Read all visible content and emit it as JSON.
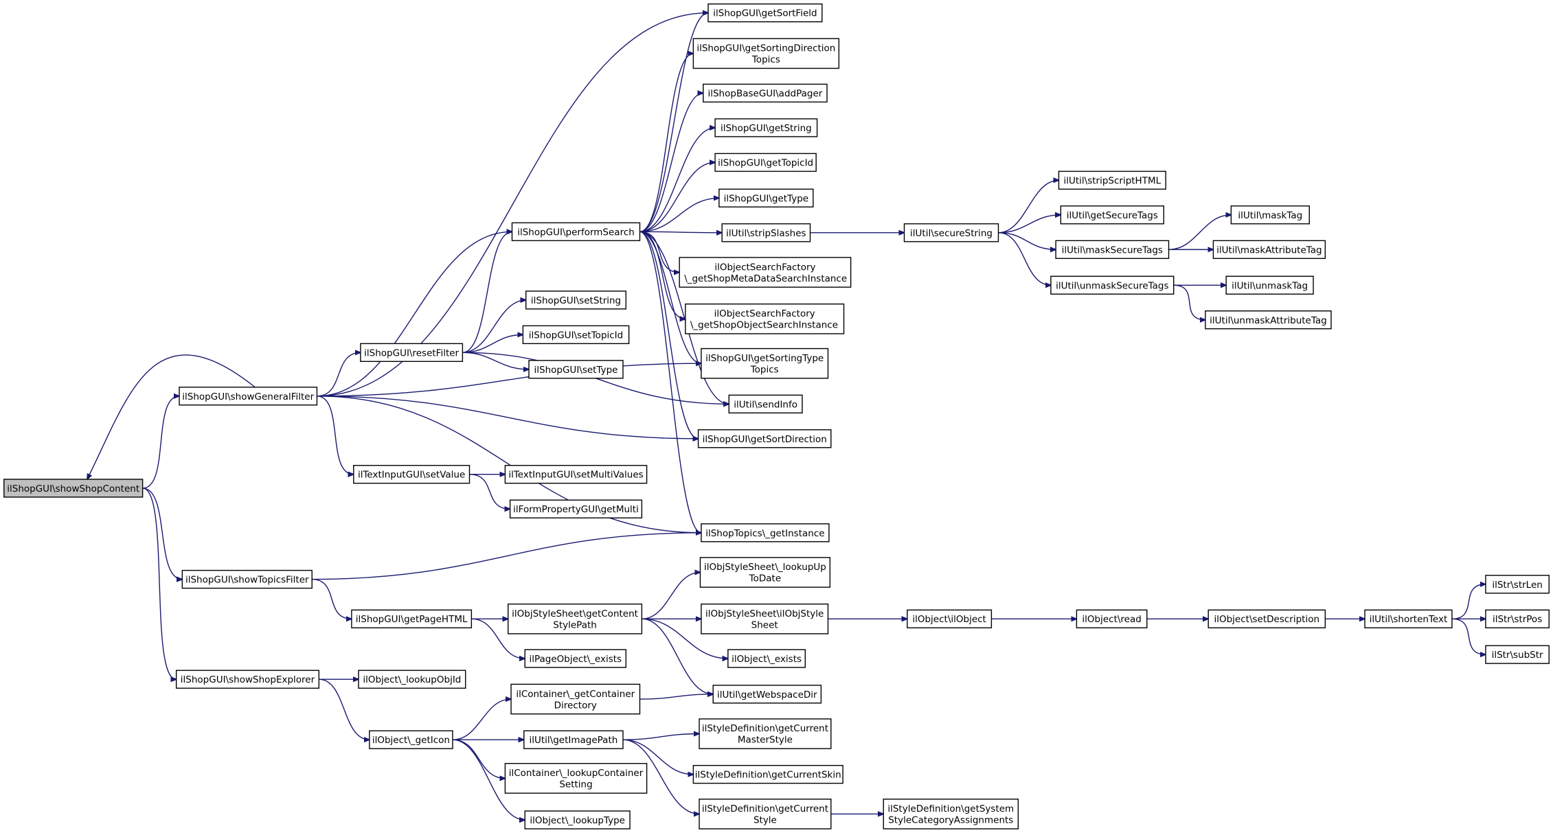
{
  "diagram": {
    "nodes": [
      {
        "id": "showShopContent",
        "lines": [
          "ilShopGUI\\showShopContent"
        ],
        "root": true
      },
      {
        "id": "getSortField",
        "lines": [
          "ilShopGUI\\getSortField"
        ]
      },
      {
        "id": "getSortingDirectionTopics",
        "lines": [
          "ilShopGUI\\getSortingDirection",
          "Topics"
        ]
      },
      {
        "id": "addPager",
        "lines": [
          "ilShopBaseGUI\\addPager"
        ]
      },
      {
        "id": "getString",
        "lines": [
          "ilShopGUI\\getString"
        ]
      },
      {
        "id": "getTopicId",
        "lines": [
          "ilShopGUI\\getTopicId"
        ]
      },
      {
        "id": "getType",
        "lines": [
          "ilShopGUI\\getType"
        ]
      },
      {
        "id": "performSearch",
        "lines": [
          "ilShopGUI\\performSearch"
        ]
      },
      {
        "id": "stripSlashes",
        "lines": [
          "ilUtil\\stripSlashes"
        ]
      },
      {
        "id": "secureString",
        "lines": [
          "ilUtil\\secureString"
        ]
      },
      {
        "id": "stripScriptHTML",
        "lines": [
          "ilUtil\\stripScriptHTML"
        ]
      },
      {
        "id": "getSecureTags",
        "lines": [
          "ilUtil\\getSecureTags"
        ]
      },
      {
        "id": "maskSecureTags",
        "lines": [
          "ilUtil\\maskSecureTags"
        ]
      },
      {
        "id": "maskTag",
        "lines": [
          "ilUtil\\maskTag"
        ]
      },
      {
        "id": "maskAttributeTag",
        "lines": [
          "ilUtil\\maskAttributeTag"
        ]
      },
      {
        "id": "unmaskSecureTags",
        "lines": [
          "ilUtil\\unmaskSecureTags"
        ]
      },
      {
        "id": "unmaskTag",
        "lines": [
          "ilUtil\\unmaskTag"
        ]
      },
      {
        "id": "unmaskAttributeTag",
        "lines": [
          "ilUtil\\unmaskAttributeTag"
        ]
      },
      {
        "id": "getShopMetaDataSearchInstance",
        "lines": [
          "ilObjectSearchFactory",
          "\\_getShopMetaDataSearchInstance"
        ]
      },
      {
        "id": "getShopObjectSearchInstance",
        "lines": [
          "ilObjectSearchFactory",
          "\\_getShopObjectSearchInstance"
        ]
      },
      {
        "id": "setString",
        "lines": [
          "ilShopGUI\\setString"
        ]
      },
      {
        "id": "setTopicId",
        "lines": [
          "ilShopGUI\\setTopicId"
        ]
      },
      {
        "id": "resetFilter",
        "lines": [
          "ilShopGUI\\resetFilter"
        ]
      },
      {
        "id": "setType",
        "lines": [
          "ilShopGUI\\setType"
        ]
      },
      {
        "id": "getSortingTypeTopics",
        "lines": [
          "ilShopGUI\\getSortingType",
          "Topics"
        ]
      },
      {
        "id": "showGeneralFilter",
        "lines": [
          "ilShopGUI\\showGeneralFilter"
        ]
      },
      {
        "id": "sendInfo",
        "lines": [
          "ilUtil\\sendInfo"
        ]
      },
      {
        "id": "getSortDirection",
        "lines": [
          "ilShopGUI\\getSortDirection"
        ]
      },
      {
        "id": "setValue",
        "lines": [
          "ilTextInputGUI\\setValue"
        ]
      },
      {
        "id": "setMultiValues",
        "lines": [
          "ilTextInputGUI\\setMultiValues"
        ]
      },
      {
        "id": "getMulti",
        "lines": [
          "ilFormPropertyGUI\\getMulti"
        ]
      },
      {
        "id": "getInstance",
        "lines": [
          "ilShopTopics\\_getInstance"
        ]
      },
      {
        "id": "showTopicsFilter",
        "lines": [
          "ilShopGUI\\showTopicsFilter"
        ]
      },
      {
        "id": "lookupUpToDate",
        "lines": [
          "ilObjStyleSheet\\_lookupUp",
          "ToDate"
        ]
      },
      {
        "id": "getPageHTML",
        "lines": [
          "ilShopGUI\\getPageHTML"
        ]
      },
      {
        "id": "getContentStylePath",
        "lines": [
          "ilObjStyleSheet\\getContent",
          "StylePath"
        ]
      },
      {
        "id": "ilObjStyleSheet",
        "lines": [
          "ilObjStyleSheet\\ilObjStyle",
          "Sheet"
        ]
      },
      {
        "id": "ilObject",
        "lines": [
          "ilObject\\ilObject"
        ]
      },
      {
        "id": "read",
        "lines": [
          "ilObject\\read"
        ]
      },
      {
        "id": "setDescription",
        "lines": [
          "ilObject\\setDescription"
        ]
      },
      {
        "id": "shortenText",
        "lines": [
          "ilUtil\\shortenText"
        ]
      },
      {
        "id": "strLen",
        "lines": [
          "ilStr\\strLen"
        ]
      },
      {
        "id": "strPos",
        "lines": [
          "ilStr\\strPos"
        ]
      },
      {
        "id": "subStr",
        "lines": [
          "ilStr\\subStr"
        ]
      },
      {
        "id": "objectExists",
        "lines": [
          "ilObject\\_exists"
        ]
      },
      {
        "id": "pageObjectExists",
        "lines": [
          "ilPageObject\\_exists"
        ]
      },
      {
        "id": "showShopExplorer",
        "lines": [
          "ilShopGUI\\showShopExplorer"
        ]
      },
      {
        "id": "lookupObjId",
        "lines": [
          "ilObject\\_lookupObjId"
        ]
      },
      {
        "id": "getContainerDirectory",
        "lines": [
          "ilContainer\\_getContainer",
          "Directory"
        ]
      },
      {
        "id": "getWebspaceDir",
        "lines": [
          "ilUtil\\getWebspaceDir"
        ]
      },
      {
        "id": "getIcon",
        "lines": [
          "ilObject\\_getIcon"
        ]
      },
      {
        "id": "getImagePath",
        "lines": [
          "ilUtil\\getImagePath"
        ]
      },
      {
        "id": "getCurrentMasterStyle",
        "lines": [
          "ilStyleDefinition\\getCurrent",
          "MasterStyle"
        ]
      },
      {
        "id": "getCurrentSkin",
        "lines": [
          "ilStyleDefinition\\getCurrentSkin"
        ]
      },
      {
        "id": "lookupContainerSetting",
        "lines": [
          "ilContainer\\_lookupContainer",
          "Setting"
        ]
      },
      {
        "id": "getCurrentStyle",
        "lines": [
          "ilStyleDefinition\\getCurrent",
          "Style"
        ]
      },
      {
        "id": "getSystemStyleCategoryAssignments",
        "lines": [
          "ilStyleDefinition\\getSystem",
          "StyleCategoryAssignments"
        ]
      },
      {
        "id": "lookupType",
        "lines": [
          "ilObject\\_lookupType"
        ]
      }
    ],
    "edges": [
      [
        "showShopContent",
        "showGeneralFilter"
      ],
      [
        "showShopContent",
        "showTopicsFilter"
      ],
      [
        "showShopContent",
        "showShopExplorer"
      ],
      [
        "showGeneralFilter",
        "showShopContent"
      ],
      [
        "showGeneralFilter",
        "getSortField"
      ],
      [
        "showGeneralFilter",
        "performSearch"
      ],
      [
        "showGeneralFilter",
        "getSortingTypeTopics"
      ],
      [
        "showGeneralFilter",
        "resetFilter"
      ],
      [
        "showGeneralFilter",
        "getSortDirection"
      ],
      [
        "showGeneralFilter",
        "setValue"
      ],
      [
        "showGeneralFilter",
        "getInstance"
      ],
      [
        "performSearch",
        "getSortField"
      ],
      [
        "performSearch",
        "getSortingDirectionTopics"
      ],
      [
        "performSearch",
        "addPager"
      ],
      [
        "performSearch",
        "getString"
      ],
      [
        "performSearch",
        "getTopicId"
      ],
      [
        "performSearch",
        "getType"
      ],
      [
        "performSearch",
        "stripSlashes"
      ],
      [
        "performSearch",
        "getShopMetaDataSearchInstance"
      ],
      [
        "performSearch",
        "getShopObjectSearchInstance"
      ],
      [
        "performSearch",
        "getSortingTypeTopics"
      ],
      [
        "performSearch",
        "sendInfo"
      ],
      [
        "performSearch",
        "getSortDirection"
      ],
      [
        "performSearch",
        "getInstance"
      ],
      [
        "stripSlashes",
        "secureString"
      ],
      [
        "secureString",
        "stripScriptHTML"
      ],
      [
        "secureString",
        "getSecureTags"
      ],
      [
        "secureString",
        "maskSecureTags"
      ],
      [
        "secureString",
        "unmaskSecureTags"
      ],
      [
        "maskSecureTags",
        "maskTag"
      ],
      [
        "maskSecureTags",
        "maskAttributeTag"
      ],
      [
        "unmaskSecureTags",
        "unmaskTag"
      ],
      [
        "unmaskSecureTags",
        "unmaskAttributeTag"
      ],
      [
        "resetFilter",
        "performSearch"
      ],
      [
        "resetFilter",
        "setString"
      ],
      [
        "resetFilter",
        "setTopicId"
      ],
      [
        "resetFilter",
        "setType"
      ],
      [
        "resetFilter",
        "sendInfo"
      ],
      [
        "setValue",
        "setMultiValues"
      ],
      [
        "setValue",
        "getMulti"
      ],
      [
        "showTopicsFilter",
        "getInstance"
      ],
      [
        "showTopicsFilter",
        "getPageHTML"
      ],
      [
        "getPageHTML",
        "getContentStylePath"
      ],
      [
        "getPageHTML",
        "pageObjectExists"
      ],
      [
        "getContentStylePath",
        "lookupUpToDate"
      ],
      [
        "getContentStylePath",
        "ilObjStyleSheet"
      ],
      [
        "getContentStylePath",
        "objectExists"
      ],
      [
        "getContentStylePath",
        "getWebspaceDir"
      ],
      [
        "ilObjStyleSheet",
        "ilObject"
      ],
      [
        "ilObject",
        "read"
      ],
      [
        "read",
        "setDescription"
      ],
      [
        "setDescription",
        "shortenText"
      ],
      [
        "shortenText",
        "strLen"
      ],
      [
        "shortenText",
        "strPos"
      ],
      [
        "shortenText",
        "subStr"
      ],
      [
        "showShopExplorer",
        "lookupObjId"
      ],
      [
        "showShopExplorer",
        "getIcon"
      ],
      [
        "getIcon",
        "getContainerDirectory"
      ],
      [
        "getIcon",
        "getImagePath"
      ],
      [
        "getIcon",
        "lookupContainerSetting"
      ],
      [
        "getIcon",
        "lookupType"
      ],
      [
        "getContainerDirectory",
        "getWebspaceDir"
      ],
      [
        "getImagePath",
        "getCurrentMasterStyle"
      ],
      [
        "getImagePath",
        "getCurrentSkin"
      ],
      [
        "getImagePath",
        "getCurrentStyle"
      ],
      [
        "getCurrentStyle",
        "getSystemStyleCategoryAssignments"
      ]
    ]
  }
}
